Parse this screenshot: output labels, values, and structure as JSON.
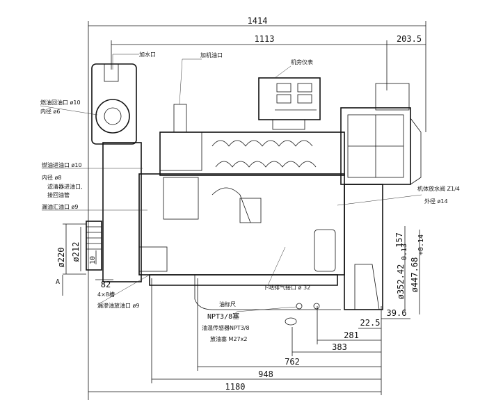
{
  "dimensions": {
    "overall_width": "1414",
    "mid_width": "1113",
    "right_offset": "203.5",
    "bottom_1180": "1180",
    "bottom_948": "948",
    "bottom_762": "762",
    "bottom_383": "383",
    "bottom_281": "281",
    "bottom_22_5": "22.5",
    "bottom_39_6": "39.6",
    "side_157": "157",
    "dia_352": "ø352.42",
    "dia_352_tol": "0.13",
    "dia_447": "ø447.68",
    "dia_447_tol": "+0.14",
    "dia_220": "ø220",
    "dia_212": "ø212",
    "height_10": "10",
    "pulley_82": "82",
    "grooves": "4×8槽",
    "arrow_a": "A"
  },
  "labels": {
    "water_fill": "加水口",
    "oil_fill": "加机油口",
    "instrument": "机旁仪表",
    "fuel_return": "燃油回油口 ø10",
    "fuel_return_inner": "内径 ø6",
    "fuel_inlet": "燃油进油口 ø10",
    "fuel_inlet_inner": "内径 ø8",
    "fuel_inlet_note1": "滤清器进油口,",
    "fuel_inlet_note2": "接回油管",
    "leak_oil": "漏油汇油口 ø9",
    "leak_drain": "漏渗油放油口 ø9",
    "block_water_valve": "机体放水阀 Z1/4",
    "block_water_valve_od": "外径 ø14",
    "exhaust_outlet": "下咕排气接口 ø 32",
    "dipstick": "油标尺",
    "npt_plug": "NPT3/8塞",
    "oil_temp_sensor": "油温传感器NPT3/8",
    "drain_plug": "放油塞 M27x2"
  }
}
